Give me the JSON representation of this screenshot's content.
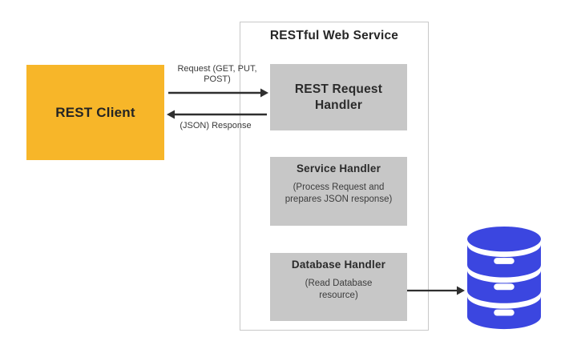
{
  "diagram": {
    "title": "RESTful Web Service",
    "client": {
      "label": "REST Client"
    },
    "handlers": [
      {
        "title": "REST Request Handler",
        "subtitle": ""
      },
      {
        "title": "Service Handler",
        "subtitle": "(Process Request and prepares JSON response)"
      },
      {
        "title": "Database Handler",
        "subtitle": "(Read Database resource)"
      }
    ],
    "arrows": {
      "request_label": "Request (GET, PUT, POST)",
      "response_label": "(JSON) Response"
    },
    "icons": {
      "database": "database-icon"
    },
    "colors": {
      "client_fill": "#f7b629",
      "handler_fill": "#c7c7c7",
      "database_blue": "#3b46e0",
      "container_border": "#c8c8c8",
      "arrow": "#2f2f2f"
    }
  }
}
